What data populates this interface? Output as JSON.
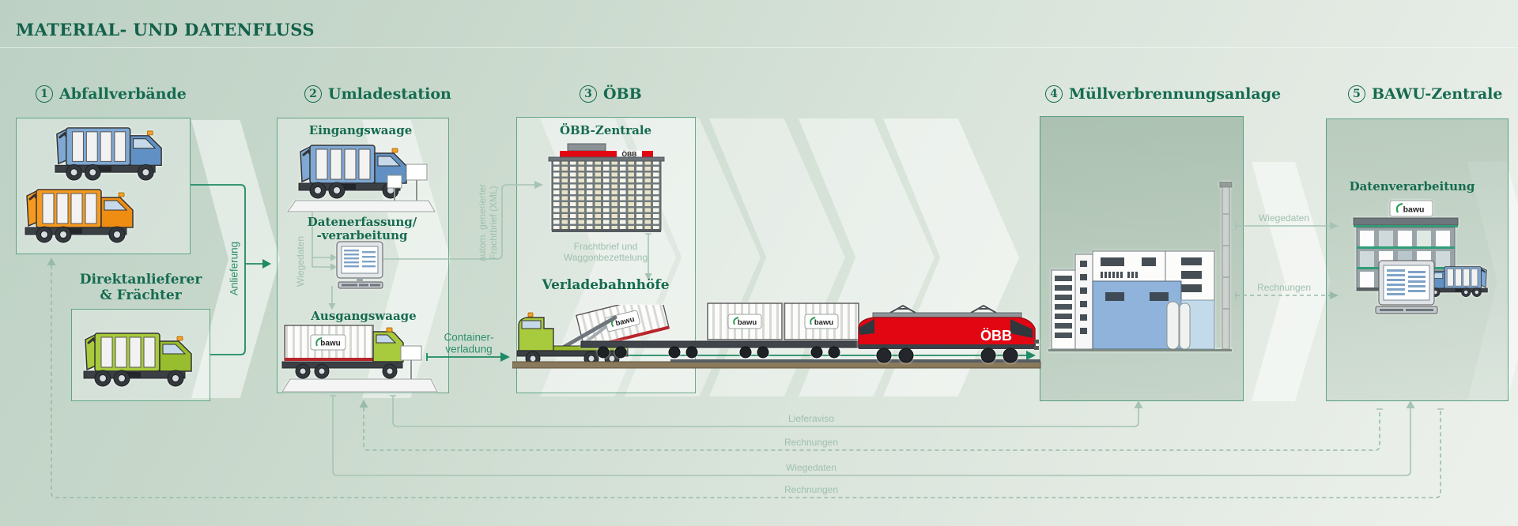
{
  "title": "MATERIAL- UND DATENFLUSS",
  "sections": {
    "s1": {
      "num": "1",
      "label": "Abfallverbände"
    },
    "s2": {
      "num": "2",
      "label": "Umladestation"
    },
    "s3": {
      "num": "3",
      "label": "ÖBB"
    },
    "s4": {
      "num": "4",
      "label": "Müllverbrennungsanlage"
    },
    "s5": {
      "num": "5",
      "label": "BAWU-Zentrale"
    }
  },
  "labels": {
    "direkt1": "Direktanlieferer",
    "direkt2": "& Frächter",
    "anlieferung": "Anlieferung",
    "eingangswaage": "Eingangswaage",
    "daten1": "Datenerfassung/",
    "daten2": "-verarbeitung",
    "wiegedaten_vertical": "Wiegedaten",
    "ausgangswaage": "Ausgangswaage",
    "xml1": "autom. generierter",
    "xml2": "Frachtbrief (XML)",
    "obb_zentrale": "ÖBB-Zentrale",
    "frachtbrief1": "Frachtbrief und",
    "frachtbrief2": "Waggonbezettelung",
    "verladebahnhoefe": "Verladebahnhöfe",
    "container1": "Container-",
    "container2": "verladung",
    "datenverarbeitung": "Datenverarbeitung",
    "wiegedaten_right": "Wiegedaten",
    "rechnungen_right": "Rechnungen",
    "lieferaviso": "Lieferaviso",
    "rechnungen_bottom1": "Rechnungen",
    "wiegedaten_bottom": "Wiegedaten",
    "rechnungen_bottom2": "Rechnungen"
  },
  "logos": {
    "obb": "ÖBB",
    "bawu": "bawu"
  },
  "colors": {
    "heading_green": "#156b50",
    "flow_green": "#1f8a65",
    "pale_green": "#9fc0af",
    "obb_red": "#e20613",
    "truck_blue": "#7fa8d2",
    "truck_orange": "#f59a21",
    "truck_green": "#a8ca3d"
  }
}
